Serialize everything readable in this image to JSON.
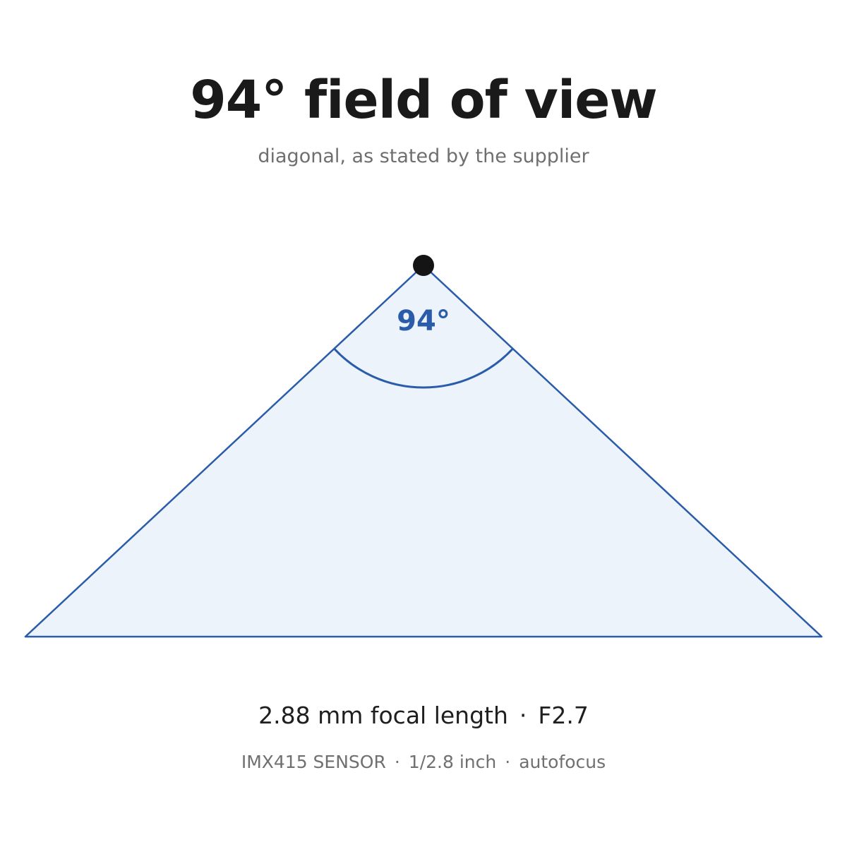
{
  "header": {
    "title": "94° field of view",
    "subtitle": "diagonal, as stated by the supplier"
  },
  "diagram": {
    "angle_degrees": 94,
    "angle_label": "94°",
    "colors": {
      "stroke": "#2a5caa",
      "fill": "#ecf3fb",
      "apex": "#141414",
      "label": "#2a5caa"
    }
  },
  "specs": {
    "focal_length": "2.88 mm focal length",
    "separator": "·",
    "aperture": "F2.7"
  },
  "sensor": {
    "sensor_name": "IMX415 SENSOR",
    "separator": "·",
    "sensor_size": "1/2.8 inch",
    "focus": "autofocus"
  }
}
